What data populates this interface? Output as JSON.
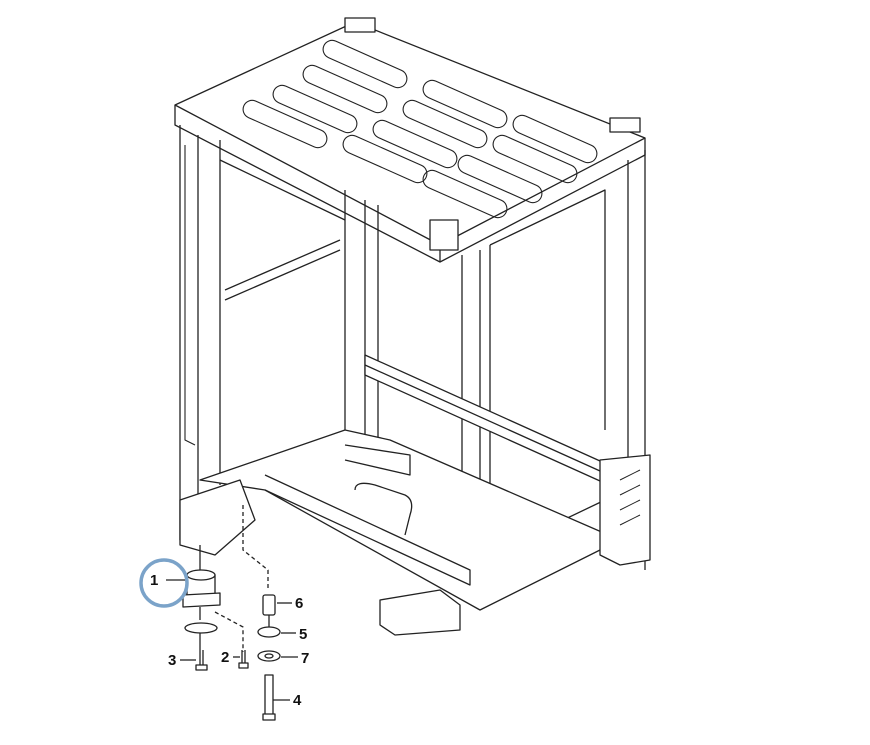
{
  "diagram": {
    "highlight_color": "#7ba3c9",
    "highlighted_callout": "1",
    "callouts": [
      {
        "id": "1",
        "label": "1"
      },
      {
        "id": "2",
        "label": "2"
      },
      {
        "id": "3",
        "label": "3"
      },
      {
        "id": "4",
        "label": "4"
      },
      {
        "id": "5",
        "label": "5"
      },
      {
        "id": "6",
        "label": "6"
      },
      {
        "id": "7",
        "label": "7"
      }
    ]
  }
}
